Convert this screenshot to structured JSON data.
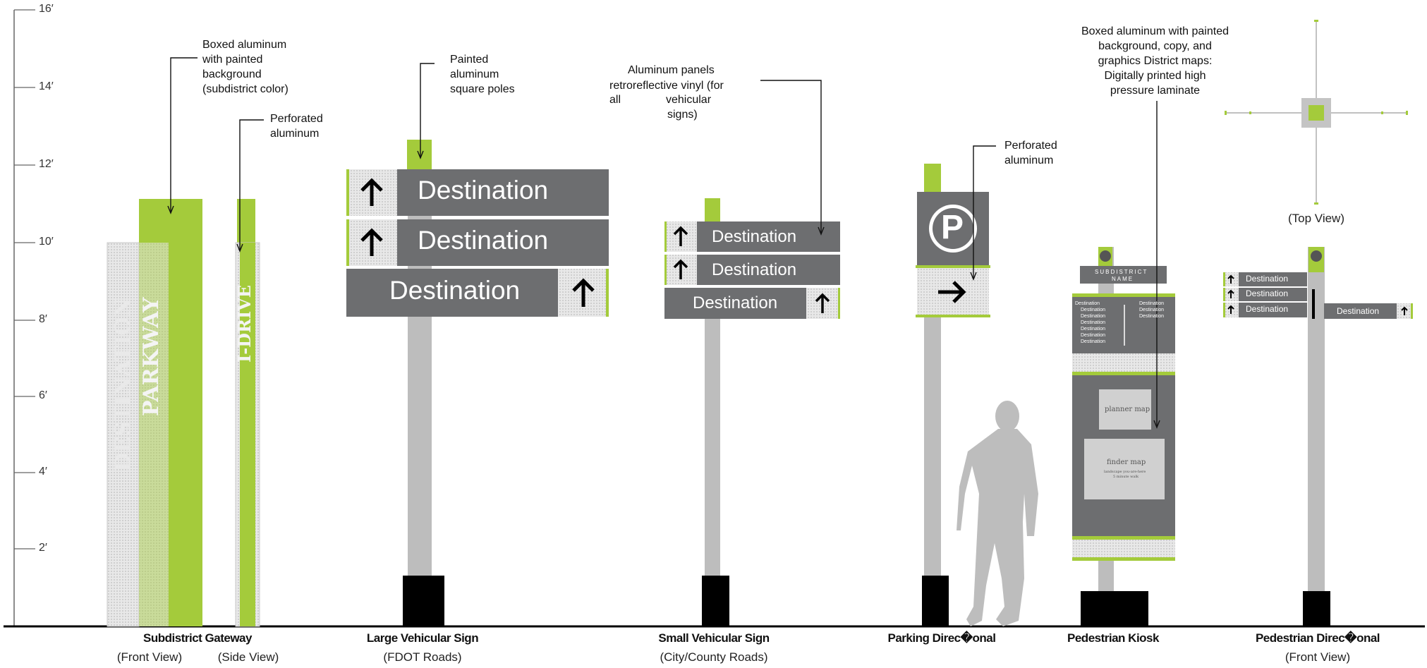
{
  "scale": {
    "labels": [
      "16′",
      "14′",
      "12′",
      "10′",
      "8′",
      "6′",
      "4′",
      "2′"
    ]
  },
  "annotations": {
    "gateway_boxed": [
      "Boxed aluminum",
      "with  painted",
      "background",
      "(subdistrict color)"
    ],
    "gateway_perforated": [
      "Perforated",
      "aluminum"
    ],
    "poles": [
      "Painted",
      "aluminum",
      "square poles"
    ],
    "panels": [
      "Aluminum panels",
      "retroreflective vinyl (for",
      "all",
      "vehicular",
      "signs)"
    ],
    "parking_perforated": [
      "Perforated",
      "aluminum"
    ],
    "kiosk": [
      "Boxed aluminum with painted",
      "background, copy, and",
      "graphics  District maps:",
      "Digitally printed  high",
      "pressure laminate"
    ]
  },
  "gateway": {
    "panel_text_1": "DESTINATION",
    "panel_text_2": "PARKWAY",
    "side_text": "I-DRIVE"
  },
  "large_sign": {
    "rows": [
      "Destination",
      "Destination",
      "Destination"
    ]
  },
  "small_sign": {
    "rows": [
      "Destination",
      "Destination",
      "Destination"
    ]
  },
  "parking": {
    "letter": "P"
  },
  "kiosk": {
    "header_line1": "SUBDISTRICT",
    "header_line2": "NAME",
    "list_left": [
      "Destination",
      "Destination",
      "Destination",
      "Destination",
      "Destination",
      "Destination",
      "Destination"
    ],
    "list_right": [
      "Destination",
      "Destination",
      "Destination"
    ],
    "planner_map": "planner map",
    "finder_map": "finder map",
    "finder_sub1": "landscape you-are-here",
    "finder_sub2": "5 minute walk"
  },
  "ped_directional": {
    "rows": [
      "Destination",
      "Destination",
      "Destination"
    ],
    "side_row": "Destination",
    "top_view_label": "(Top View)"
  },
  "captions": [
    {
      "title": "Subdistrict Gateway",
      "sub_left": "(Front View)",
      "sub_right": "(Side View)"
    },
    {
      "title": "Large Vehicular Sign",
      "sub": "(FDOT Roads)"
    },
    {
      "title": "Small Vehicular Sign",
      "sub": "(City/County Roads)"
    },
    {
      "title": "Parking Direc�onal"
    },
    {
      "title": "Pedestrian Kiosk"
    },
    {
      "title": "Pedestrian Direc�onal",
      "sub": "(Front View)"
    }
  ],
  "colors": {
    "accent_green": "#a4cb3b",
    "sign_gray": "#6d6e70",
    "pole_gray": "#bdbdbd",
    "perforated_gray": "#e3e3e3",
    "base_black": "#000000"
  }
}
